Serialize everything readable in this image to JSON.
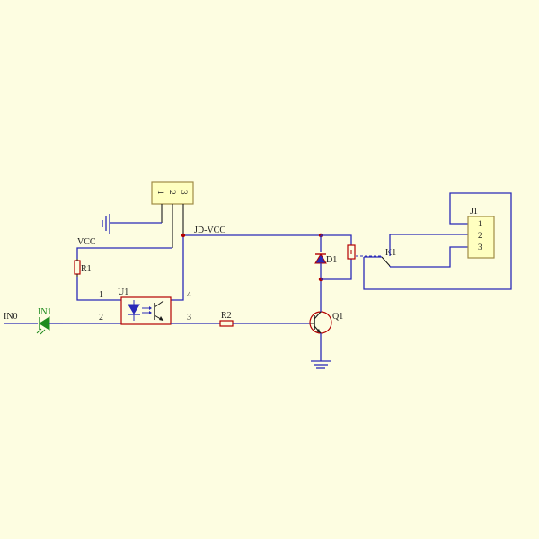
{
  "colors": {
    "background": "#fdfde1",
    "wire": "#2a2ab8",
    "component": "#b40000",
    "led": "#1e8a1e",
    "diode_fill": "#2a2ab8",
    "connector_fill": "#ffffc0",
    "connector_border": "#a08c46"
  },
  "labels": {
    "in0": "IN0",
    "in1": "IN1",
    "vcc": "VCC",
    "r1": "R1",
    "u1": "U1",
    "jd_vcc": "JD-VCC",
    "d1": "D1",
    "k1": "K1",
    "j1": "J1",
    "r2": "R2",
    "q1": "Q1"
  },
  "jumper_header": {
    "pins": [
      "1",
      "2",
      "3"
    ]
  },
  "optocoupler_pins": {
    "p1": "1",
    "p2": "2",
    "p3": "3",
    "p4": "4"
  },
  "j1_pins": [
    "1",
    "2",
    "3"
  ]
}
